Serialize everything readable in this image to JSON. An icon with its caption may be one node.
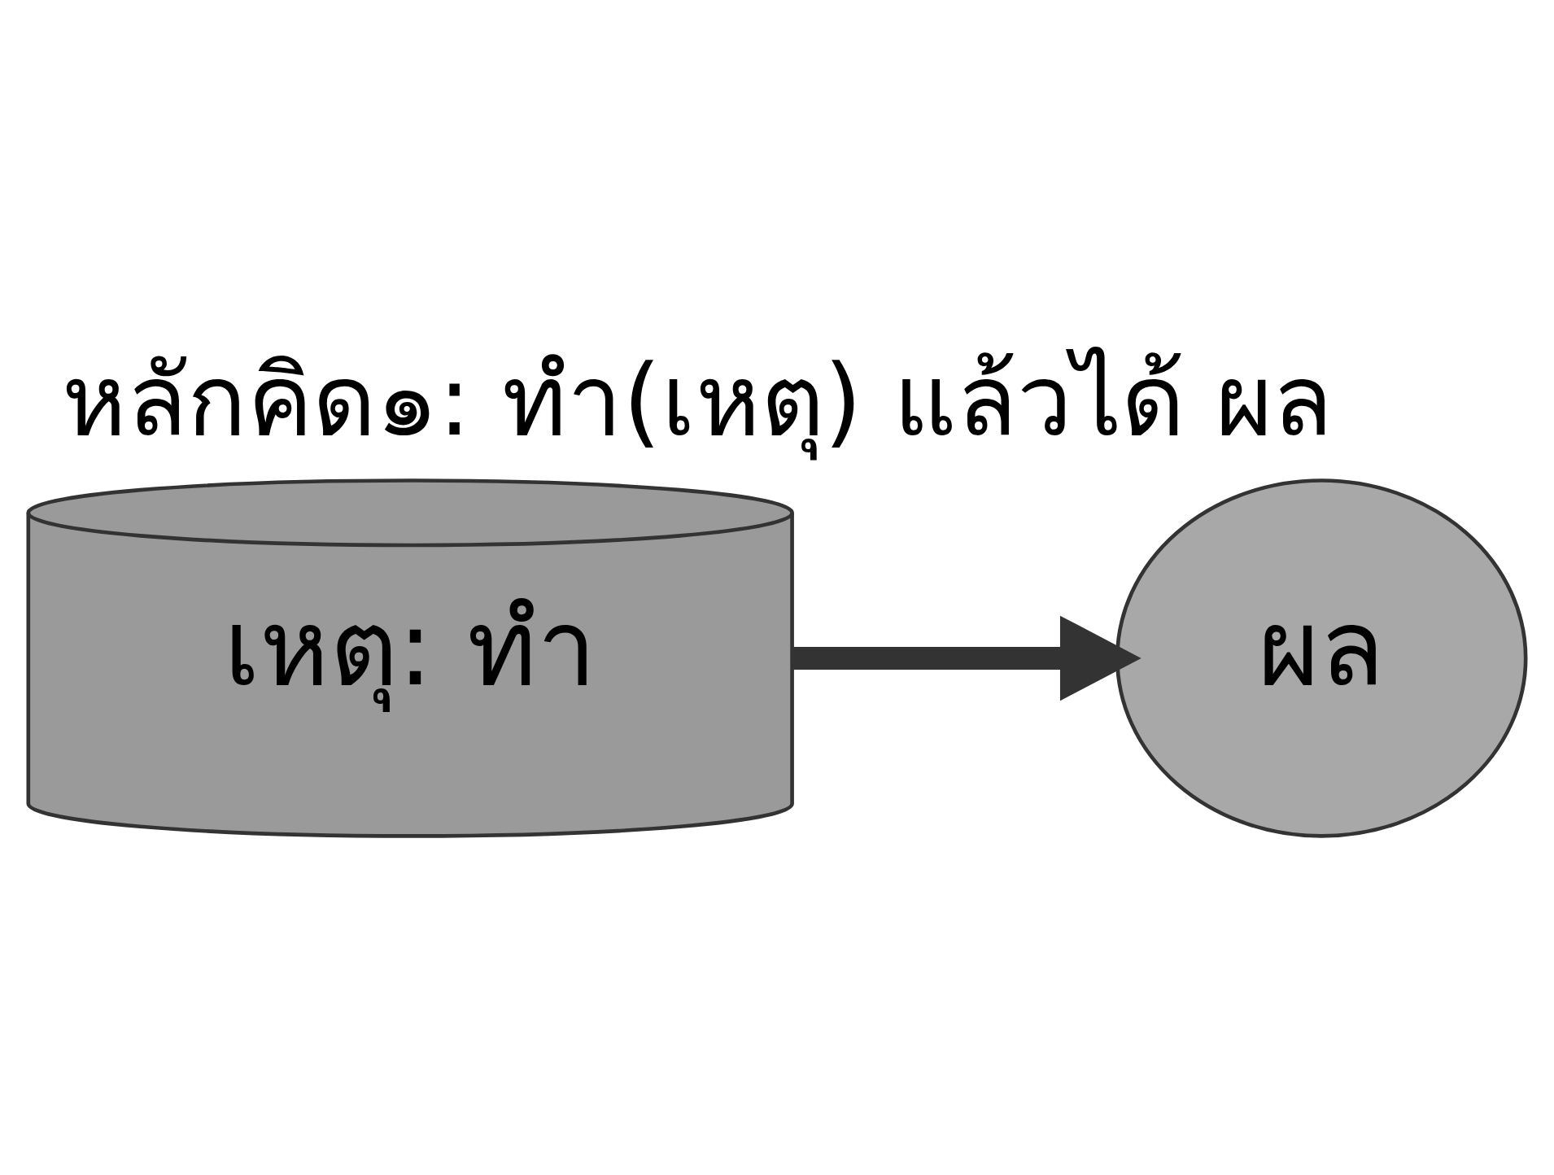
{
  "diagram": {
    "title": "หลักคิด๑: ทำ(เหตุ) แล้วได้ ผล",
    "nodes": [
      {
        "text": [
          "เหตุ: ทำ"
        ]
      },
      {
        "text": [
          "ผล"
        ]
      }
    ],
    "edges": [
      {
        "from": 0,
        "to": 1,
        "arrow": "to"
      }
    ]
  }
}
